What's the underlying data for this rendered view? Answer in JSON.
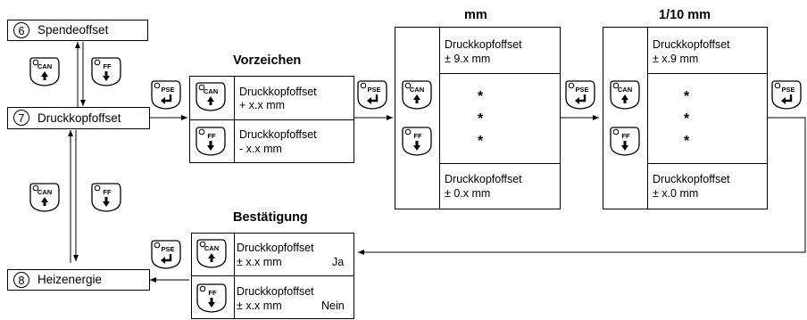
{
  "menu": {
    "item6": {
      "number": "6",
      "label": "Spendeoffset"
    },
    "item7": {
      "number": "7",
      "label": "Druckkopfoffset"
    },
    "item8": {
      "number": "8",
      "label": "Heizenergie"
    }
  },
  "headings": {
    "sign": "Vorzeichen",
    "mm": "mm",
    "tenth_mm": "1/10 mm",
    "confirm": "Bestätigung"
  },
  "keys": {
    "can": "CAN",
    "ff": "FF",
    "pse": "PSE"
  },
  "sign_box": {
    "plus_line1": "Druckkopfoffset",
    "plus_line2": "+ x.x mm",
    "minus_line1": "Druckkopfoffset",
    "minus_line2": "- x.x mm"
  },
  "mm_box": {
    "top_line1": "Druckkopfoffset",
    "top_line2": "± 9.x mm",
    "bottom_line1": "Druckkopfoffset",
    "bottom_line2": "± 0.x mm",
    "ellipsis": [
      "*",
      "*",
      "*"
    ]
  },
  "tenth_box": {
    "top_line1": "Druckkopfoffset",
    "top_line2": "± x.9 mm",
    "bottom_line1": "Druckkopfoffset",
    "bottom_line2": "± x.0 mm",
    "ellipsis": [
      "*",
      "*",
      "*"
    ]
  },
  "confirm_box": {
    "yes_line1": "Druckkopfoffset",
    "yes_line2": "± x.x mm",
    "yes_value": "Ja",
    "no_line1": "Druckkopfoffset",
    "no_line2": "± x.x mm",
    "no_value": "Nein"
  },
  "colors": {
    "line": "#000000",
    "background": "#ffffff"
  }
}
